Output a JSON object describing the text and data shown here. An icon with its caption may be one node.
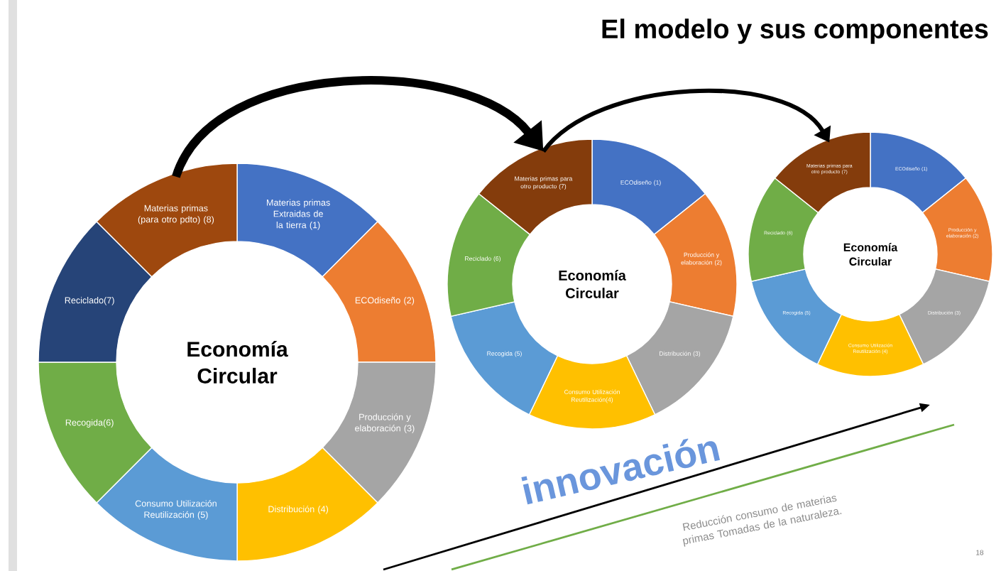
{
  "diagram": {
    "title": "El modelo y sus componentes",
    "nodes": [
      {
        "text": [
          "Economía Circular"
        ]
      },
      {
        "text": [
          "Materias primas Extraidas de la tierra (1)"
        ]
      },
      {
        "text": [
          "ECOdiseño (2)"
        ]
      },
      {
        "text": [
          "Producción y elaboración (3)"
        ]
      },
      {
        "text": [
          "Distribución (4)"
        ]
      },
      {
        "text": [
          "Consumo Utilización Reutilización (5)"
        ]
      },
      {
        "text": [
          "Recogida(6)"
        ]
      },
      {
        "text": [
          "Reciclado(7)"
        ]
      },
      {
        "text": [
          "Materias primas (para otro pdto) (8)"
        ]
      },
      {
        "text": [
          "Economía Circular"
        ]
      },
      {
        "text": [
          "ECOdiseño (1)"
        ]
      },
      {
        "text": [
          "Producción y elaboración (2)"
        ]
      },
      {
        "text": [
          "Distribución (3)"
        ]
      },
      {
        "text": [
          "Consumo Utilización Reutilización(4)"
        ]
      },
      {
        "text": [
          "Recogida (5)"
        ]
      },
      {
        "text": [
          "Reciclado (6)"
        ]
      },
      {
        "text": [
          "Materias primas para otro producto (7)"
        ]
      },
      {
        "text": [
          "Economía Circular"
        ]
      },
      {
        "text": [
          "ECOdiseño (1)"
        ]
      },
      {
        "text": [
          "Producción y elaboración (2)"
        ]
      },
      {
        "text": [
          "Distribución (3)"
        ]
      },
      {
        "text": [
          "Consumo Utilización Reutilización (4)"
        ]
      },
      {
        "text": [
          "Recogida (5)"
        ]
      },
      {
        "text": [
          "Reciclado (6)"
        ]
      },
      {
        "text": [
          "Materias primas para otro producto (7)"
        ]
      }
    ],
    "edges": [
      {
        "from": 8,
        "to": 16,
        "arrow": "to",
        "style": "thick"
      },
      {
        "from": 16,
        "to": 24,
        "arrow": "to"
      }
    ],
    "labels": [
      "innovación",
      "Reducción consumo de materias primas Tomadas de la naturaleza.",
      "18"
    ]
  }
}
